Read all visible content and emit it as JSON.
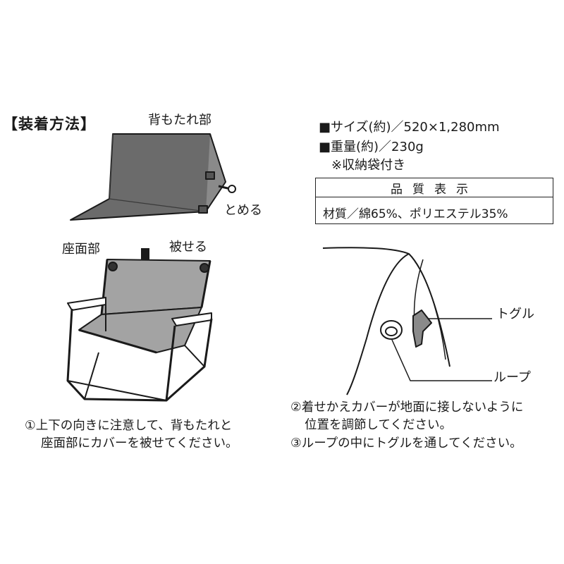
{
  "install": {
    "title": "【装着方法】",
    "labels": {
      "backrest": "背もたれ部",
      "fasten": "とめる",
      "seat": "座面部",
      "cover": "被せる",
      "toggle": "トグル",
      "loop": "ループ"
    },
    "steps": {
      "step1_line1": "①上下の向きに注意して、背もたれと",
      "step1_line2": "座面部にカバーを被せてください。",
      "step2_line1": "②着せかえカバーが地面に接しないように",
      "step2_line2": "位置を調節してください。",
      "step3": "③ループの中にトグルを通してください。"
    }
  },
  "specs": {
    "size": "■サイズ(約)／520×1,280mm",
    "weight": "■重量(約)／230g",
    "note": "※収納袋付き",
    "quality_header": "品質表示",
    "material": "材質／綿65%、ポリエステル35%"
  },
  "colors": {
    "cover_fill": "#6b6b6b",
    "seat_fill": "#a3a3a3",
    "line": "#1a1a1a"
  }
}
